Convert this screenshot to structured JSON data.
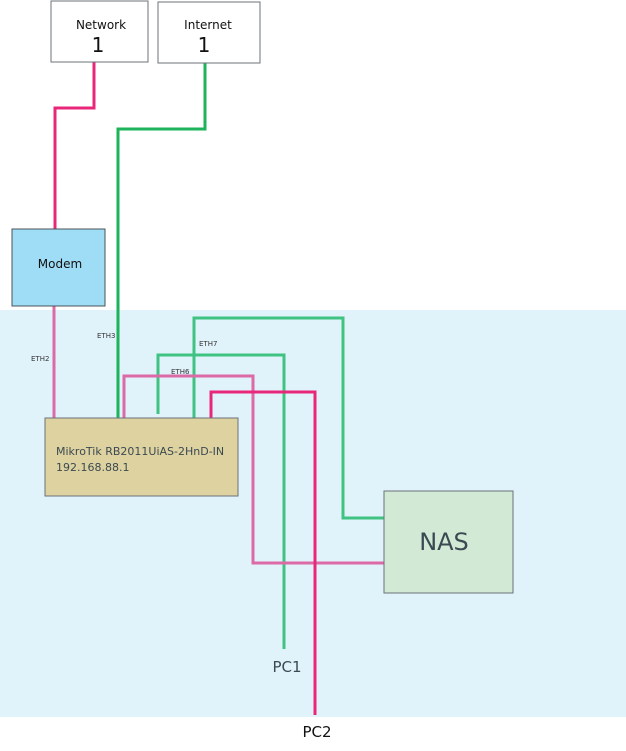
{
  "colors": {
    "zone_bg": "#e0f2fa",
    "pink_strong": "#e8277a",
    "pink_soft": "#dc6aa7",
    "green": "#3fc383",
    "green_dark": "#1db35a",
    "modem_fill": "#9fdcf5",
    "router_fill": "#ded2a0",
    "nas_fill": "#d2e9d5",
    "box_border": "#6b7378",
    "text_dark": "#3b4a52"
  },
  "nodes": {
    "network": {
      "title": "Network",
      "number": "1"
    },
    "internet": {
      "title": "Internet",
      "number": "1"
    },
    "modem": {
      "label": "Modem"
    },
    "router": {
      "line1": "MikroTik RB2011UiAS-2HnD-IN",
      "line2": "192.168.88.1"
    },
    "nas": {
      "label": "NAS"
    },
    "pc1": {
      "label": "PC1"
    },
    "pc2": {
      "label": "PC2"
    }
  },
  "ports": {
    "eth2": "ETH2",
    "eth3": "ETH3",
    "eth6": "ETH6",
    "eth7": "ETH7"
  }
}
